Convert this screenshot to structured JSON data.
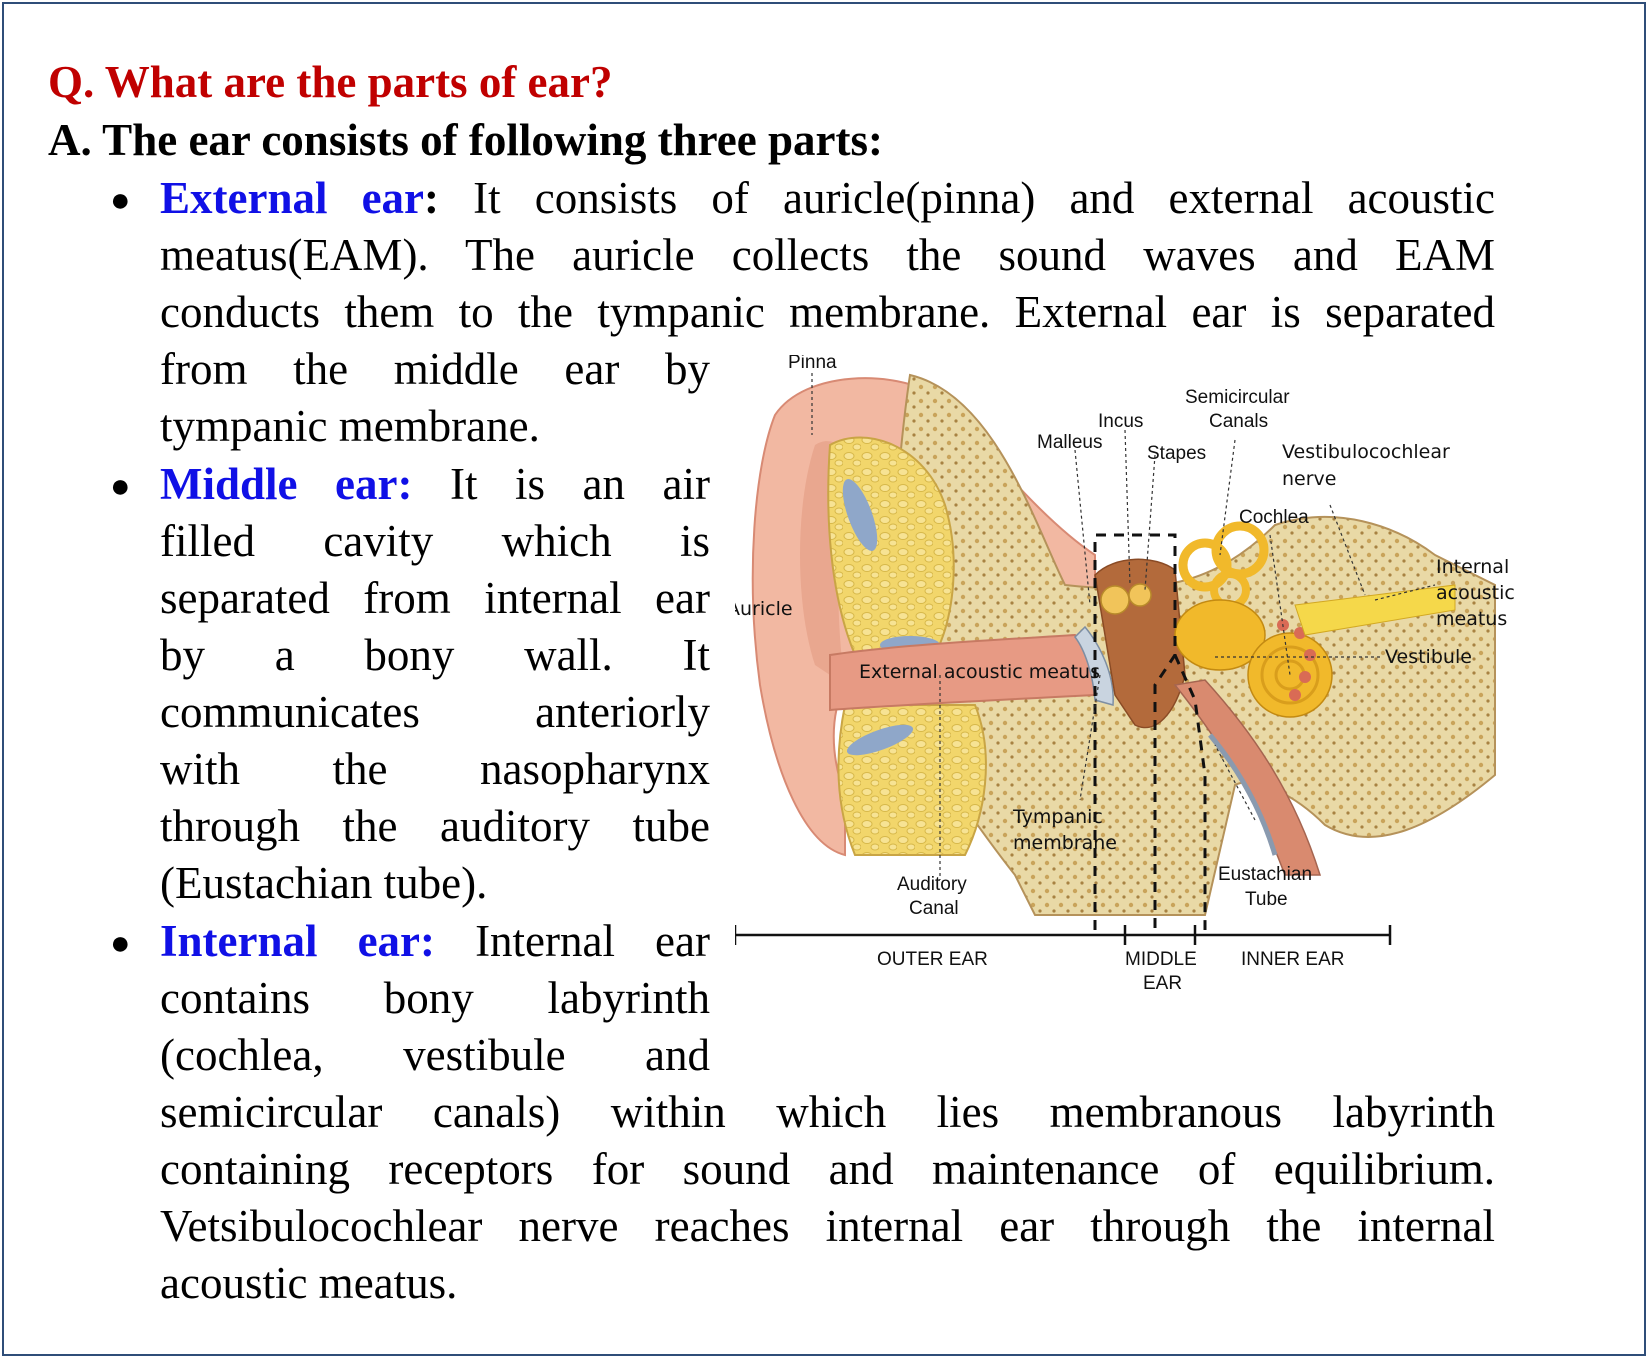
{
  "question": "Q. What are the parts of ear?",
  "answer_intro": "A. The ear consists of following three parts:",
  "external": {
    "term": "External ear",
    "colon": ":",
    "lines": [
      " It consists of auricle(pinna) and external acoustic",
      "meatus(EAM). The auricle collects the sound waves and EAM",
      "conducts them to the tympanic membrane. External ear is separated",
      "from the middle ear by",
      "tympanic membrane."
    ]
  },
  "middle": {
    "term": "Middle ear:",
    "lines": [
      " It is an air",
      "filled cavity which is",
      "separated from internal ear",
      "by a bony wall. It",
      "communicates anteriorly",
      "with the nasopharynx",
      "through the auditory tube",
      "(Eustachian tube)."
    ]
  },
  "internal": {
    "term": "Internal ear:",
    "lines": [
      " Internal ear",
      "contains bony labyrinth",
      "(cochlea, vestibule and",
      "semicircular canals) within which lies membranous labyrinth",
      "containing receptors for sound and maintenance of equilibrium.",
      "Vetsibulocochlear nerve reaches internal ear through the internal",
      "acoustic meatus."
    ]
  },
  "diagram": {
    "labels": {
      "pinna": "Pinna",
      "semicircular_1": "Semicircular",
      "semicircular_2": "Canals",
      "incus": "Incus",
      "malleus": "Malleus",
      "stapes": "Stapes",
      "vestib_nerve_1": "Vestibulocochlear",
      "vestib_nerve_2": "nerve",
      "cochlea": "Cochlea",
      "internal_meatus_1": "Internal",
      "internal_meatus_2": "acoustic",
      "internal_meatus_3": "meatus",
      "auricle": "Auricle",
      "vestibule": "Vestibule",
      "ext_meatus": "External acoustic meatus",
      "tympanic_1": "Tympanic",
      "tympanic_2": "membrane",
      "eustachian_1": "Eustachian",
      "eustachian_2": "Tube",
      "auditory_1": "Auditory",
      "auditory_2": "Canal",
      "outer_ear": "OUTER EAR",
      "middle_ear_1": "MIDDLE",
      "middle_ear_2": "EAR",
      "inner_ear": "INNER EAR"
    },
    "colors": {
      "skin": "#f2b8a2",
      "skin_dark": "#d88a74",
      "bone": "#e9d9a6",
      "bone_dot": "#c9a35a",
      "cartilage": "#f2d66b",
      "cochlea": "#f1b92b",
      "canal": "#8fa7c9",
      "middle": "#b36a3b"
    }
  }
}
